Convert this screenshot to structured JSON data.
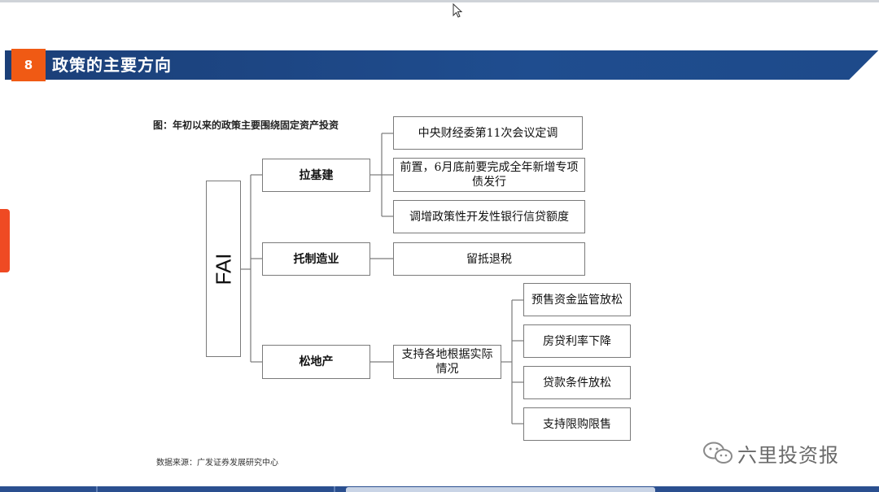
{
  "header": {
    "slide_number": "8",
    "title": "政策的主要方向"
  },
  "figure": {
    "caption": "图：年初以来的政策主要围绕固定资产投资",
    "root": "FAI",
    "branches": [
      {
        "label": "拉基建",
        "children": [
          "中央财经委第11次会议定调",
          "前置，6月底前要完成全年新增专项债发行",
          "调增政策性开发性银行信贷额度"
        ]
      },
      {
        "label": "托制造业",
        "children": [
          "留抵退税"
        ]
      },
      {
        "label": "松地产",
        "mid": "支持各地根据实际情况",
        "children": [
          "预售资金监管放松",
          "房贷利率下降",
          "贷款条件放松",
          "支持限购限售"
        ]
      }
    ],
    "source": "数据来源：广发证券发展研究中心"
  },
  "watermark": {
    "text": "六里投资报"
  },
  "colors": {
    "header_blue": "#1f4d8f",
    "slide_num_orange": "#f05a14",
    "left_tab_red": "#ef4a23"
  }
}
